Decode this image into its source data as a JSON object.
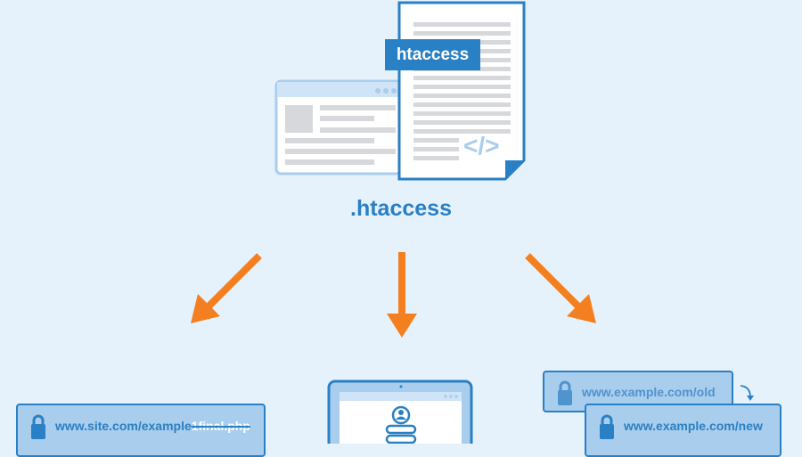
{
  "file_label": "htaccess",
  "title": ".htaccess",
  "code_symbol": "</>",
  "left_example": {
    "url_base": "www.site.com/example",
    "url_removed": "1final.php"
  },
  "right_example": {
    "old_url": "www.example.com/old",
    "new_url": "www.example.com/new"
  },
  "colors": {
    "background": "#e6f2fb",
    "primary": "#2a80c4",
    "light": "#a9cdec",
    "arrow": "#f47f20"
  }
}
